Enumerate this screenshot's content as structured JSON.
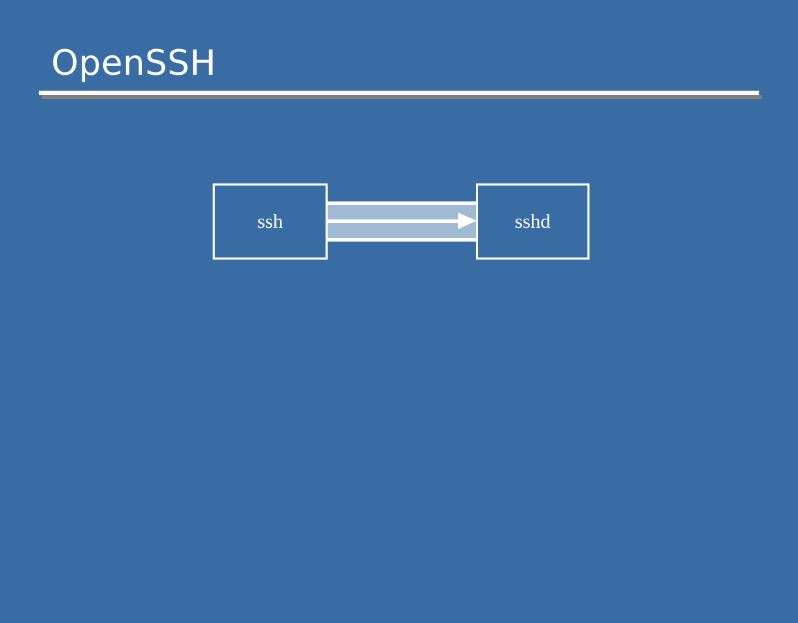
{
  "slide": {
    "title": "OpenSSH",
    "background_color": "#3a6ca4",
    "title_color": "#ffffff",
    "rule_color": "#ffffff",
    "rule_shadow_color": "#808080"
  },
  "diagram": {
    "type": "flow",
    "accent_color": "#a1bad4",
    "outline_color": "#ffffff",
    "nodes": [
      {
        "id": "client",
        "label": "ssh"
      },
      {
        "id": "server",
        "label": "sshd"
      }
    ],
    "connection": {
      "from": "client",
      "to": "server",
      "direction": "right",
      "arrow_label": ""
    }
  }
}
